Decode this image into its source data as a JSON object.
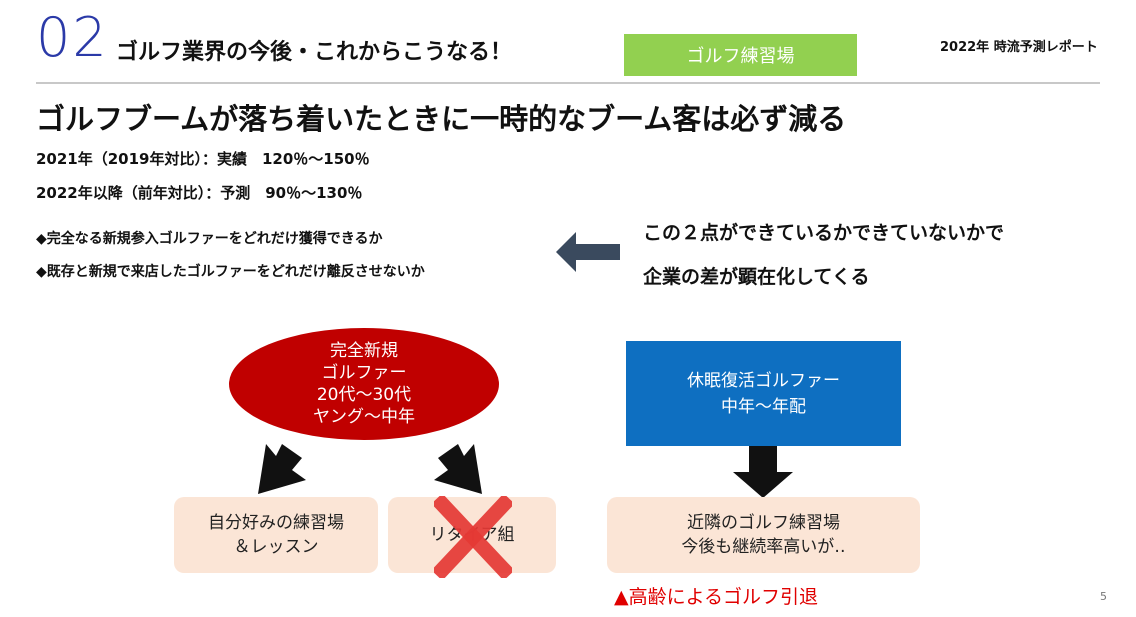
{
  "header": {
    "section_number": "02",
    "title": "ゴルフ業界の今後・これからこうなる！",
    "tag": "ゴルフ練習場",
    "report": "2022年 時流予測レポート"
  },
  "headline": "ゴルフブームが落ち着いたときに一時的なブーム客は必ず減る",
  "stats": [
    "2021年（2019年対比）：実績　120％～150％",
    "2022年以降（前年対比）：予測　90％～130％"
  ],
  "bullets": [
    "◆完全なる新規参入ゴルファーをどれだけ獲得できるか",
    "◆既存と新規で来店したゴルファーをどれだけ離反させないか"
  ],
  "points": [
    "この２点ができているかできていないかで",
    "企業の差が顕在化してくる"
  ],
  "diagram": {
    "new_golfer": [
      "完全新規",
      "ゴルファー",
      "20代～30代",
      "ヤング～中年"
    ],
    "dormant": [
      "休眠復活ゴルファー",
      "中年～年配"
    ],
    "outcome_left": [
      "自分好みの練習場",
      "＆レッスン"
    ],
    "outcome_retire": "リタイア組",
    "outcome_right": [
      "近隣のゴルフ練習場",
      "今後も継続率高いが‥"
    ],
    "warning": "▲高齢によるゴルフ引退"
  },
  "page_number": "5",
  "colors": {
    "accent_blue": "#2b3aa8",
    "tag_green": "#92d050",
    "ellipse_red": "#c00000",
    "box_blue": "#0e6fc1",
    "box_peach": "#fbe5d6",
    "warning_red": "#e00000"
  }
}
